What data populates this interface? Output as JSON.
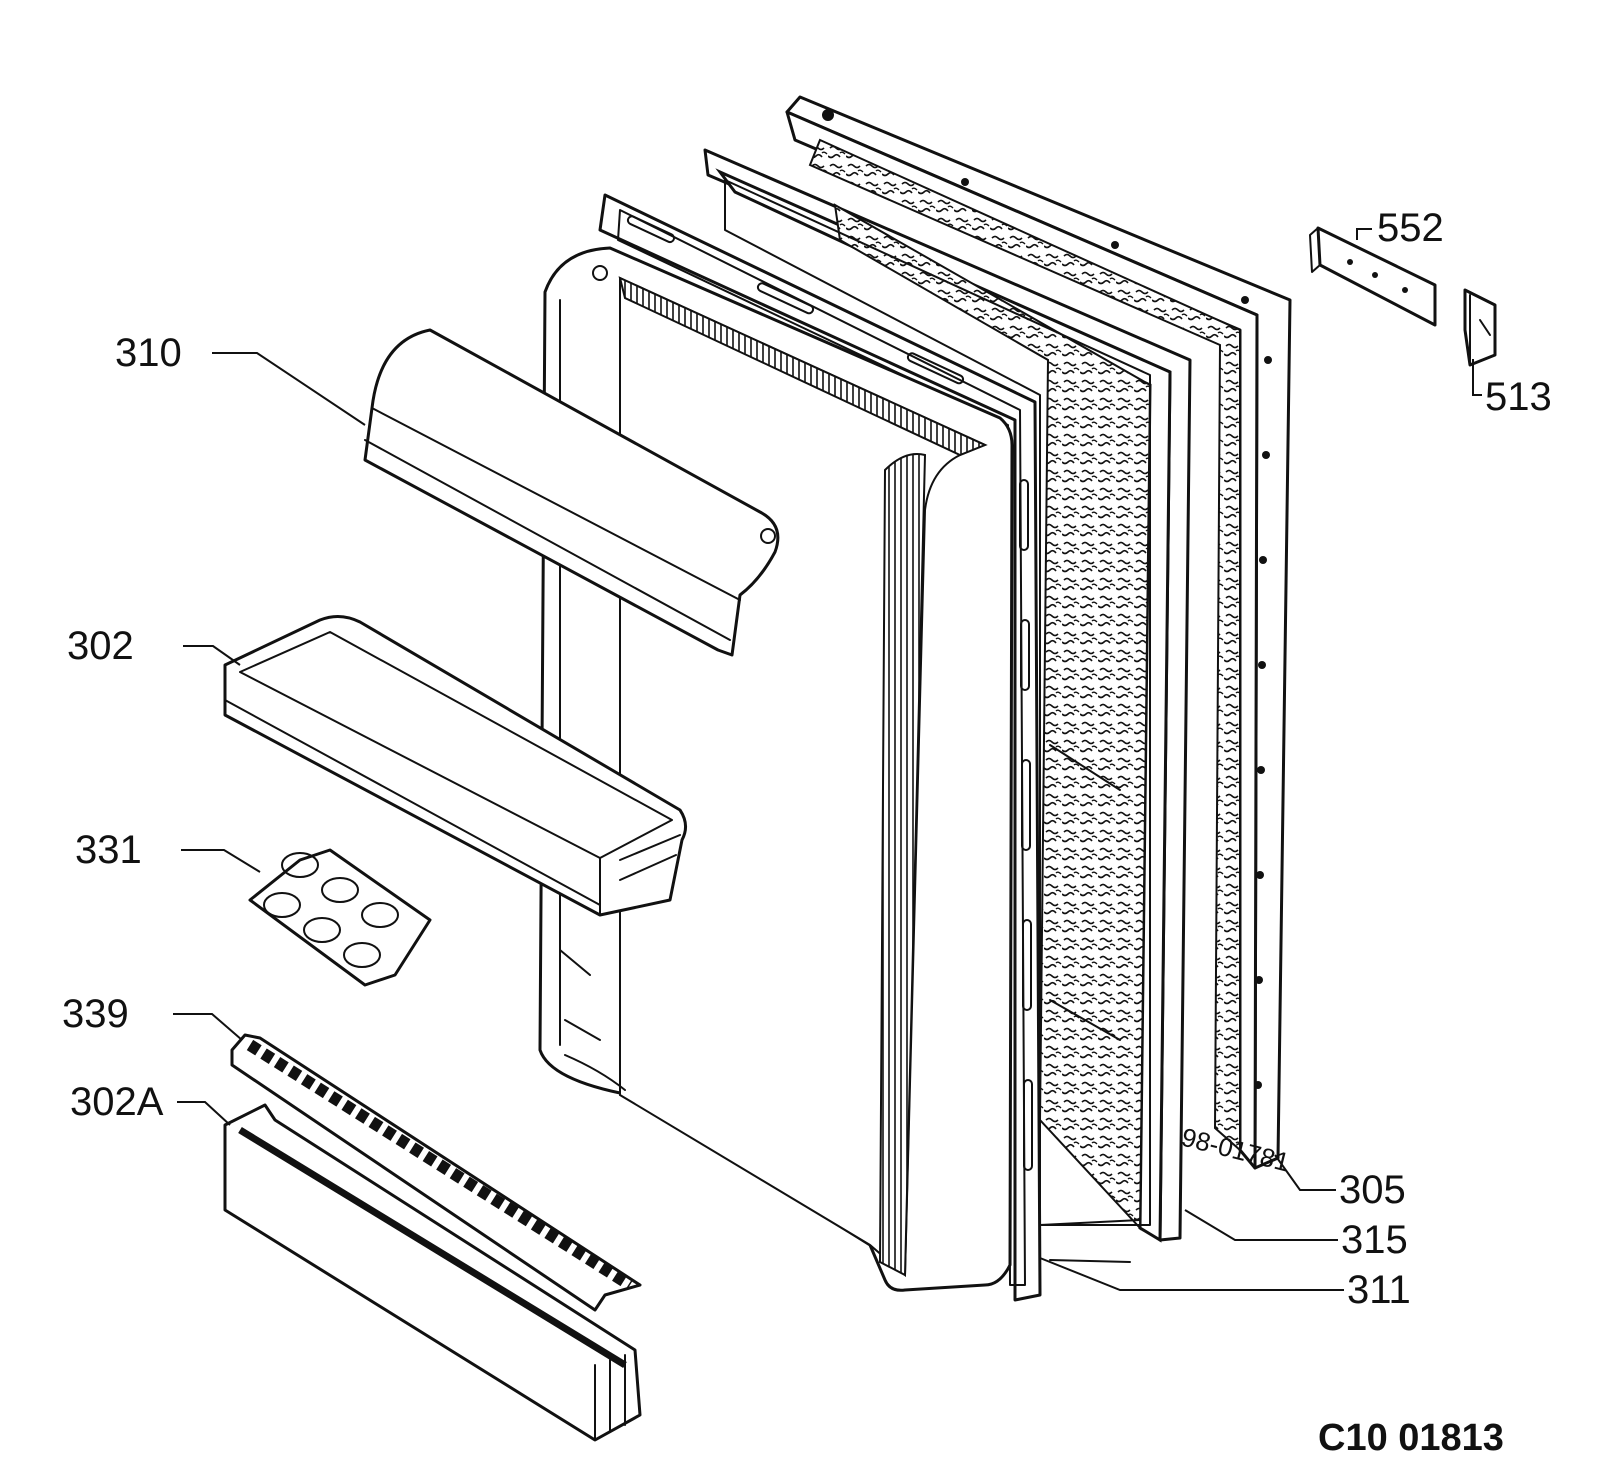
{
  "diagram": {
    "labels": [
      {
        "id": "310",
        "text": "310"
      },
      {
        "id": "302",
        "text": "302"
      },
      {
        "id": "331",
        "text": "331"
      },
      {
        "id": "339",
        "text": "339"
      },
      {
        "id": "302a",
        "text": "302A"
      },
      {
        "id": "552",
        "text": "552"
      },
      {
        "id": "513",
        "text": "513"
      },
      {
        "id": "305",
        "text": "305"
      },
      {
        "id": "315",
        "text": "315"
      },
      {
        "id": "311",
        "text": "311"
      }
    ],
    "stamp": "98-01781",
    "drawing_code": "C10 01813"
  }
}
